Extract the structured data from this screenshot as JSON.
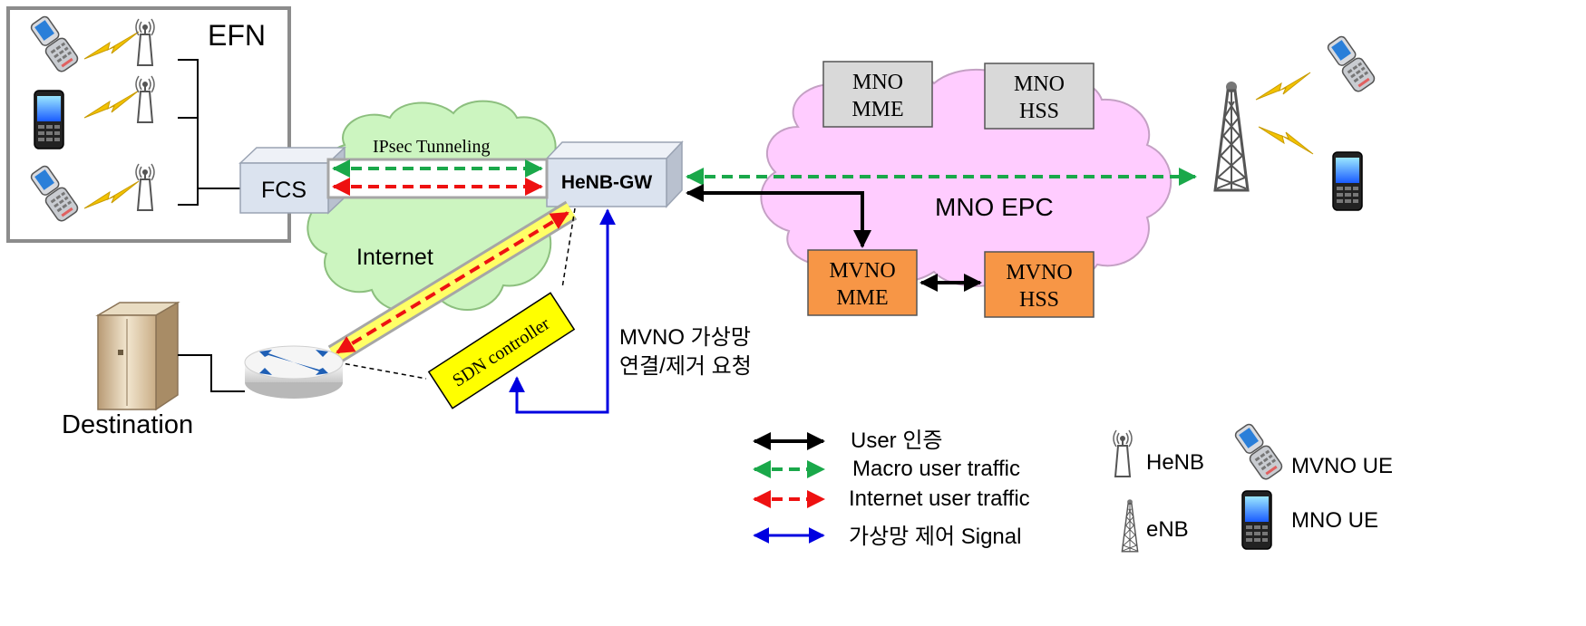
{
  "efn": {
    "title": "EFN"
  },
  "fcs": {
    "label": "FCS"
  },
  "henb_gw": {
    "label": "HeNB-GW"
  },
  "internet": {
    "label": "Internet",
    "tunnel_label": "IPsec Tunneling"
  },
  "epc": {
    "label": "MNO EPC",
    "mno_mme": [
      "MNO",
      "MME"
    ],
    "mno_hss": [
      "MNO",
      "HSS"
    ],
    "mvno_mme": [
      "MVNO",
      "MME"
    ],
    "mvno_hss": [
      "MVNO",
      "HSS"
    ]
  },
  "destination": {
    "label": "Destination"
  },
  "sdn": {
    "label": "SDN controller"
  },
  "mvno_request": {
    "line1": "MVNO 가상망",
    "line2": "연결/제거 요청"
  },
  "legend": {
    "user_auth": "User 인증",
    "macro_traffic": "Macro user traffic",
    "internet_traffic": "Internet user traffic",
    "vnet_signal": "가상망 제어 Signal",
    "henb": "HeNB",
    "enb": "eNB",
    "mvno_ue": "MVNO UE",
    "mno_ue": "MNO UE"
  },
  "colors": {
    "user_auth": "#000000",
    "macro_traffic": "#1aa84a",
    "internet_traffic": "#ee1111",
    "vnet_signal": "#0000e0",
    "cloud_internet": "#ccf5c0",
    "cloud_epc": "#ffccff",
    "mvno_box": "#f79646",
    "mno_box": "#d9d9d9",
    "sdn_box": "#ffff00"
  }
}
